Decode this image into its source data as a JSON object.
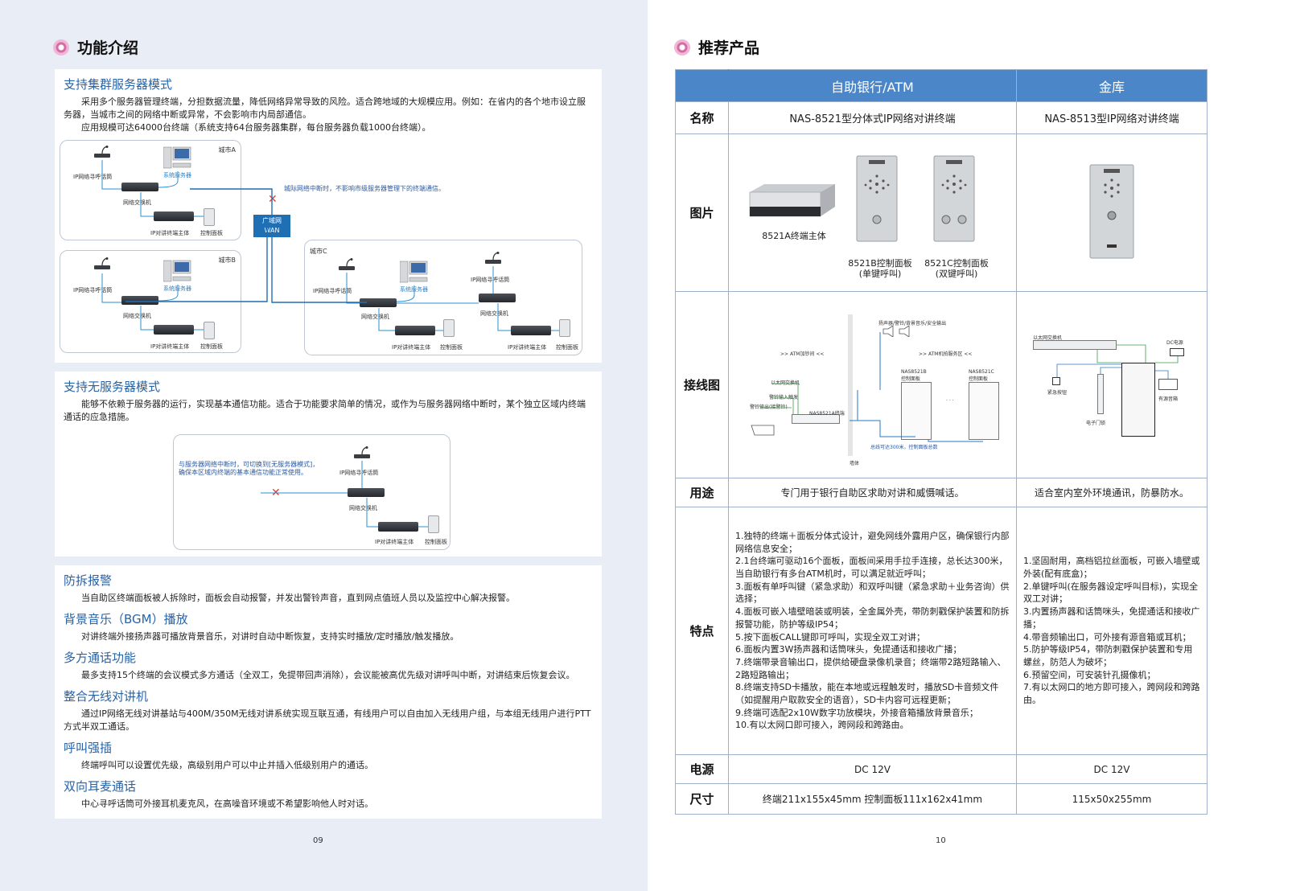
{
  "left": {
    "heading": "功能介绍",
    "sec1": {
      "title": "支持集群服务器模式",
      "p1": "采用多个服务器管理终端，分担数据流量，降低网络异常导致的风险。适合跨地域的大规模应用。例如：在省内的各个地市设立服务器，当城市之间的网络中断或异常，不会影响市内局部通信。",
      "p2": "应用规模可达64000台终端（系统支持64台服务器集群，每台服务器负载1000台终端）。",
      "diagram": {
        "cityA": "城市A",
        "cityB": "城市B",
        "cityC": "城市C",
        "mic": "IP网络寻呼话筒",
        "server": "系统服务器",
        "switch": "网络交换机",
        "host": "IP对讲终端主体",
        "panel": "控制面板",
        "wan_l1": "广域网",
        "wan_l2": "WAN",
        "note": "城际网络中断时，不影响市级服务器管理下的终端通信。"
      }
    },
    "sec2": {
      "title": "支持无服务器模式",
      "p1": "能够不依赖于服务器的运行，实现基本通信功能。适合于功能要求简单的情况，或作为与服务器网络中断时，某个独立区域内终端通话的应急措施。",
      "diagram": {
        "note": "与服务器网络中断时，可切换到[无服务器模式]，确保本区域内终端的基本通信功能正常使用。",
        "mic": "IP网络寻呼话筒",
        "switch": "网络交换机",
        "host": "IP对讲终端主体",
        "panel": "控制面板"
      }
    },
    "sections": [
      {
        "title": "防拆报警",
        "text": "当自助区终端面板被人拆除时，面板会自动报警，并发出警铃声音，直到网点值班人员以及监控中心解决报警。"
      },
      {
        "title": "背景音乐（BGM）播放",
        "text": "对讲终端外接扬声器可播放背景音乐，对讲时自动中断恢复，支持实时播放/定时播放/触发播放。"
      },
      {
        "title": "多方通话功能",
        "text": "最多支持15个终端的会议模式多方通话（全双工，免提带回声消除），会议能被高优先级对讲呼叫中断，对讲结束后恢复会议。"
      },
      {
        "title": "整合无线对讲机",
        "text": "通过IP网络无线对讲基站与400M/350M无线对讲系统实现互联互通，有线用户可以自由加入无线用户组，与本组无线用户进行PTT方式半双工通话。"
      },
      {
        "title": "呼叫强插",
        "text": "终端呼叫可以设置优先级，高级别用户可以中止并插入低级别用户的通话。"
      },
      {
        "title": "双向耳麦通话",
        "text": "中心寻呼话筒可外接耳机麦克风，在高噪音环境或不希望影响他人时对话。"
      }
    ],
    "page_number": "09"
  },
  "right": {
    "heading": "推荐产品",
    "col1_header": "自助银行/ATM",
    "col2_header": "金库",
    "rows": {
      "name": {
        "label": "名称",
        "c1": "NAS-8521型分体式IP网络对讲终端",
        "c2": "NAS-8513型IP网络对讲终端"
      },
      "image": {
        "label": "图片",
        "host_caption": "8521A终端主体",
        "b_caption_1": "8521B控制面板",
        "b_caption_2": "(单键呼叫)",
        "c_caption_1": "8521C控制面板",
        "c_caption_2": "(双键呼叫)"
      },
      "wiring": {
        "label": "接线图",
        "w1_atm": ">> ATM加钞间 <<",
        "w1_panel_area": ">> ATM机拍服务区 <<",
        "w1_speaker": "扬声器/警铃/背景音乐/安全输出",
        "w1_eth": "以太网交换机",
        "w1_alarm": "警铃输入触发",
        "w1_out": "警铃输出(接警铃)",
        "w1_main": "NAS8521A终端",
        "w1_b": "NAS8521B",
        "w1_b2": "控制面板",
        "w1_c": "NAS8521C",
        "w1_c2": "控制面板",
        "w1_dots": "· · ·",
        "w1_line": "总线可达300米，控制面板总数",
        "w1_wall": "墙体",
        "w2_eth": "以太网交换机",
        "w2_dc": "DC电源",
        "w2_button": "紧急按钮",
        "w2_lock": "电子门锁",
        "w2_speaker": "有源音箱"
      },
      "usage": {
        "label": "用途",
        "c1": "专门用于银行自助区求助对讲和威慑喊话。",
        "c2": "适合室内室外环境通讯，防暴防水。"
      },
      "features": {
        "label": "特点",
        "c1": [
          "1.独特的终端＋面板分体式设计，避免网线外露用户区，确保银行内部网络信息安全；",
          "2.1台终端可驱动16个面板，面板间采用手拉手连接，总长达300米，当自助银行有多台ATM机时，可以满足就近呼叫；",
          "3.面板有单呼叫键（紧急求助）和双呼叫键（紧急求助＋业务咨询）供选择；",
          "4.面板可嵌入墙壁暗装或明装，全金属外壳，带防刺戳保护装置和防拆报警功能，防护等级IP54；",
          "5.按下面板CALL键即可呼叫，实现全双工对讲；",
          "6.面板内置3W扬声器和话筒咪头，免提通话和接收广播；",
          "7.终端带录音输出口，提供给硬盘录像机录音；终端带2路短路输入、2路短路输出；",
          "8.终端支持SD卡播放，能在本地或远程触发时，播放SD卡音频文件（如提醒用户取款安全的语音），SD卡内容可远程更新；",
          "9.终端可选配2x10W数字功放模块，外接音箱播放背景音乐；",
          "10.有以太网口即可接入，跨网段和跨路由。"
        ],
        "c2": [
          "1.坚固耐用，高档铝拉丝面板，可嵌入墙壁或外装(配有底盒)；",
          "2.单键呼叫(在服务器设定呼叫目标)，实现全双工对讲；",
          "3.内置扬声器和话筒咪头，免提通话和接收广播；",
          "4.带音频输出口，可外接有源音箱或耳机；",
          "5.防护等级IP54，带防刺戳保护装置和专用螺丝，防范人为破坏；",
          "6.预留空间，可安装针孔摄像机；",
          "7.有以太网口的地方即可接入，跨网段和跨路由。"
        ]
      },
      "power": {
        "label": "电源",
        "c1": "DC 12V",
        "c2": "DC 12V"
      },
      "size": {
        "label": "尺寸",
        "c1": "终端211x155x45mm  控制面板111x162x41mm",
        "c2": "115x50x255mm"
      }
    },
    "page_number": "10"
  },
  "colors": {
    "left_bg": "#e9edf5",
    "title_blue": "#2763a7",
    "header_blue": "#4b86c9",
    "line_blue": "#1f6fb5",
    "alert_red": "#e43a2f"
  }
}
